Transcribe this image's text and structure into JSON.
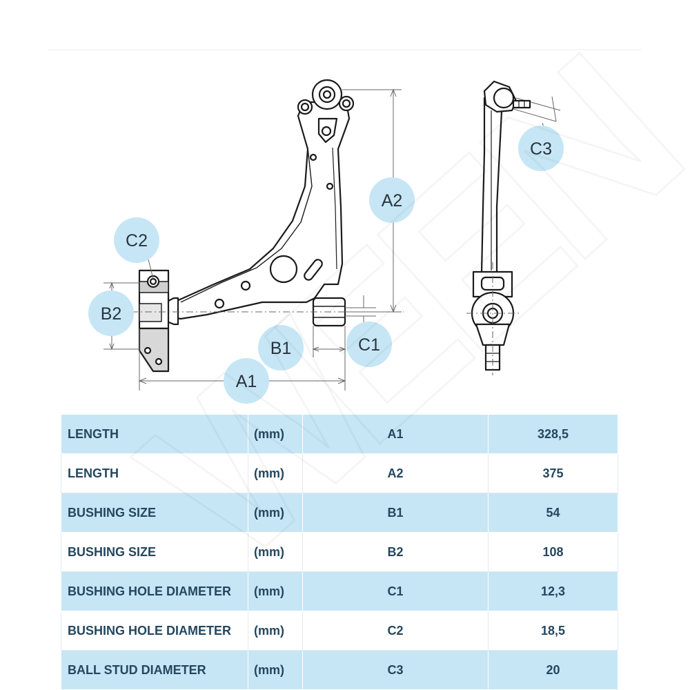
{
  "diagram": {
    "labels": {
      "A1": "A1",
      "A2": "A2",
      "B1": "B1",
      "B2": "B2",
      "C1": "C1",
      "C2": "C2",
      "C3": "C3"
    },
    "bubble_color": "#c6e6f5"
  },
  "watermark": [
    "W",
    "E",
    "E",
    "N"
  ],
  "table": {
    "rows": [
      {
        "name": "LENGTH",
        "unit": "(mm)",
        "code": "A1",
        "value": "328,5"
      },
      {
        "name": "LENGTH",
        "unit": "(mm)",
        "code": "A2",
        "value": "375"
      },
      {
        "name": "BUSHING SIZE",
        "unit": "(mm)",
        "code": "B1",
        "value": "54"
      },
      {
        "name": "BUSHING SIZE",
        "unit": "(mm)",
        "code": "B2",
        "value": "108"
      },
      {
        "name": "BUSHING HOLE DIAMETER",
        "unit": "(mm)",
        "code": "C1",
        "value": "12,3"
      },
      {
        "name": "BUSHING HOLE DIAMETER",
        "unit": "(mm)",
        "code": "C2",
        "value": "18,5"
      },
      {
        "name": "BALL STUD DIAMETER",
        "unit": "(mm)",
        "code": "C3",
        "value": "20"
      }
    ],
    "colors": {
      "shaded_row": "#c6e6f5",
      "text": "#24475f"
    }
  }
}
